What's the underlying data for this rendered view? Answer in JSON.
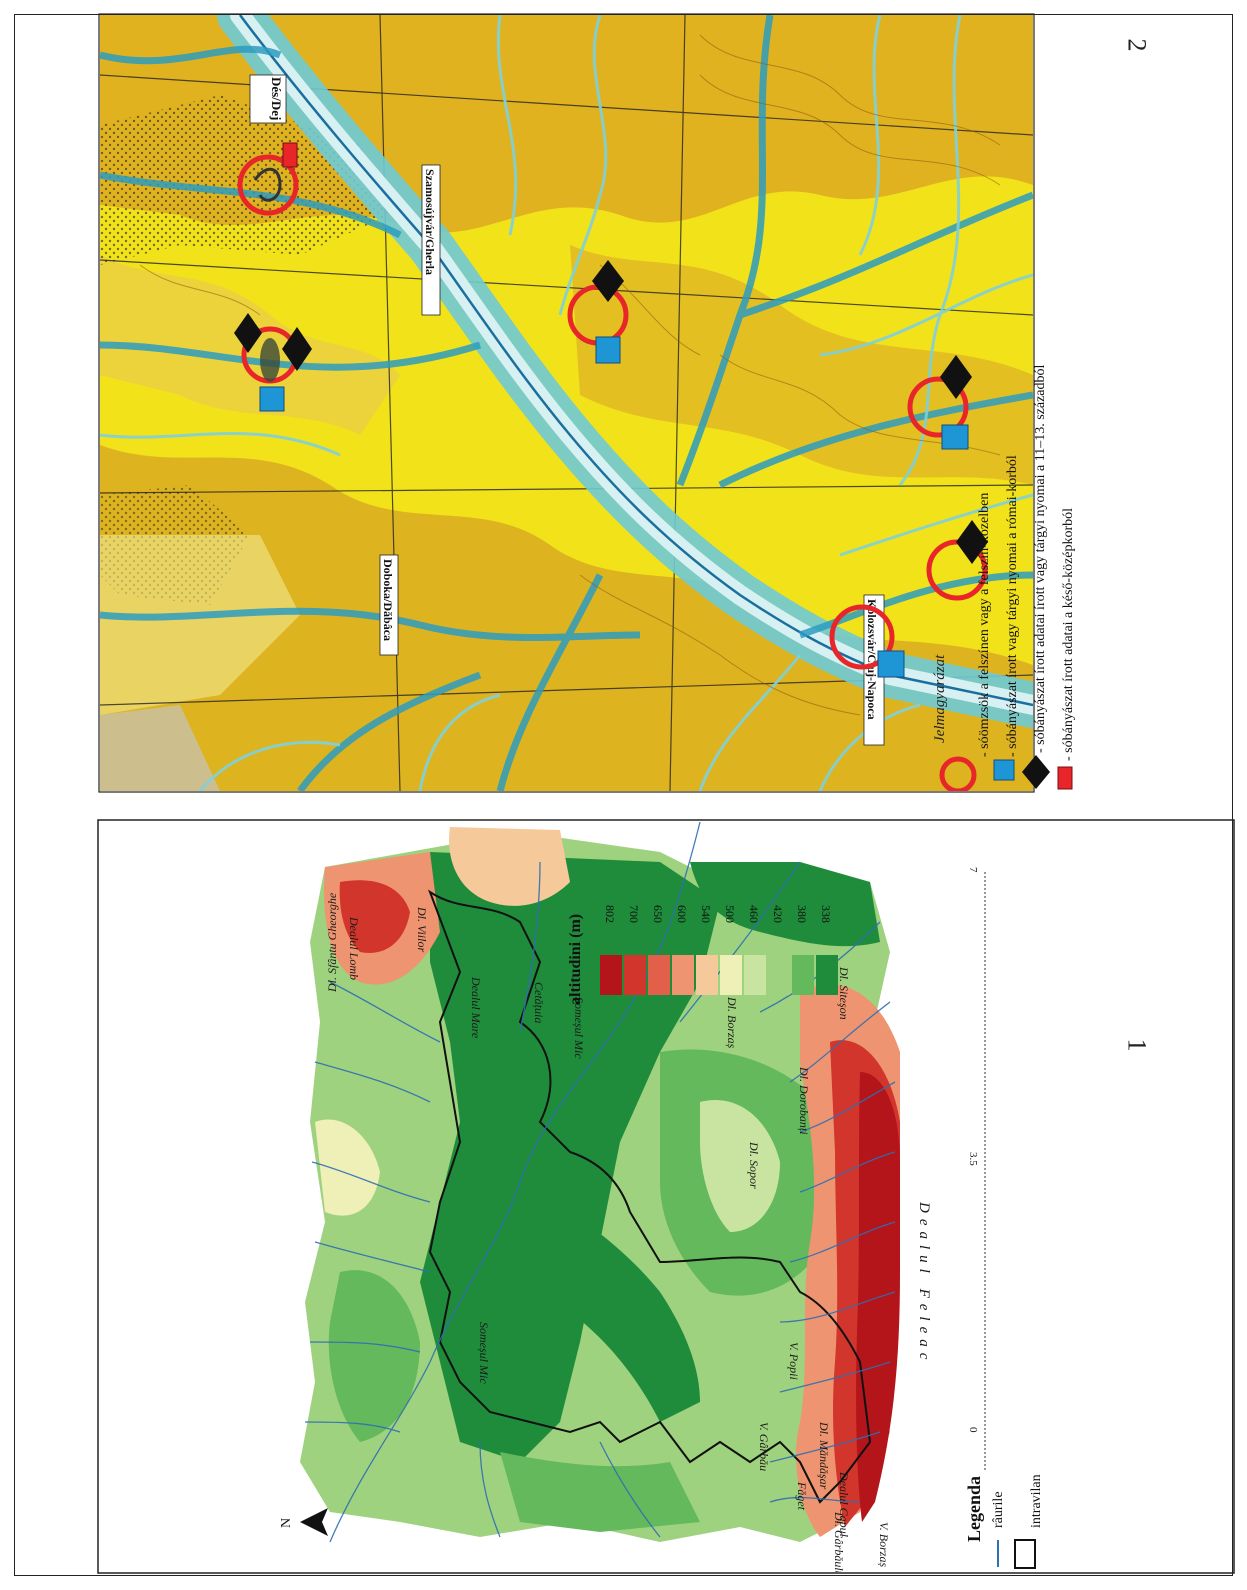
{
  "panels": {
    "left_number": "1",
    "right_number": "2"
  },
  "map1": {
    "legend_title": "Legenda",
    "legend_items": [
      "râurile",
      "intravilan"
    ],
    "north_label": "N",
    "altitude_title": "altitudini (m)",
    "altitude_scale": [
      {
        "value": "802",
        "color": "#b3151a"
      },
      {
        "value": "700",
        "color": "#d2352b"
      },
      {
        "value": "650",
        "color": "#e2604a"
      },
      {
        "value": "600",
        "color": "#ef9470"
      },
      {
        "value": "540",
        "color": "#f6c99a"
      },
      {
        "value": "500",
        "color": "#eef0b8"
      },
      {
        "value": "460",
        "color": "#c9e4a0"
      },
      {
        "value": "420",
        "color": "#9fd27e"
      },
      {
        "value": "380",
        "color": "#63b95c"
      },
      {
        "value": "338",
        "color": "#1f8c3c"
      }
    ],
    "scale_bar": [
      "0",
      "3.5",
      "7"
    ],
    "place_labels": [
      "Dl. Sfântu Gheorghe",
      "Dealul Lomb",
      "Dl. Viilor",
      "Dealul Mare",
      "Cetățuia",
      "Someșul Mic",
      "Someșul Mic",
      "Dl. Sopor",
      "Dl. Borzaș",
      "Dl. Dorobanți",
      "Dl. Siteşon",
      "V. Popii",
      "V. Gârbău",
      "Dl. Măndăşar",
      "Dealul Capul",
      "Făget",
      "Dl. Gârbăului",
      "V. Borzaș",
      "Dealul Feleac"
    ]
  },
  "map2": {
    "legend_title": "Jelmagyarázat",
    "legend_items": [
      {
        "symbol": "ring",
        "text": "- sóömzsök a felszínen vagy a felszín-közelben"
      },
      {
        "symbol": "blue-square",
        "text": "- sóbányászat írott vagy tárgyi nyomai a római-korból"
      },
      {
        "symbol": "black-diamond",
        "text": "- sóbányászat írott adatai írott vagy tárgyi nyomai a 11–13. századból"
      },
      {
        "symbol": "red-rect",
        "text": "- sóbányászat írott adatai a késő-középkorból"
      }
    ],
    "towns": [
      "Dés/Dej",
      "Szamosújvár/Gherla",
      "Doboka/Dăbâca",
      "Kolozsvár/Cluj-Napoca"
    ],
    "colors": {
      "ring": "#e8262a",
      "square": "#1e96d6",
      "diamond": "#111111",
      "rect": "#e8262a"
    }
  }
}
